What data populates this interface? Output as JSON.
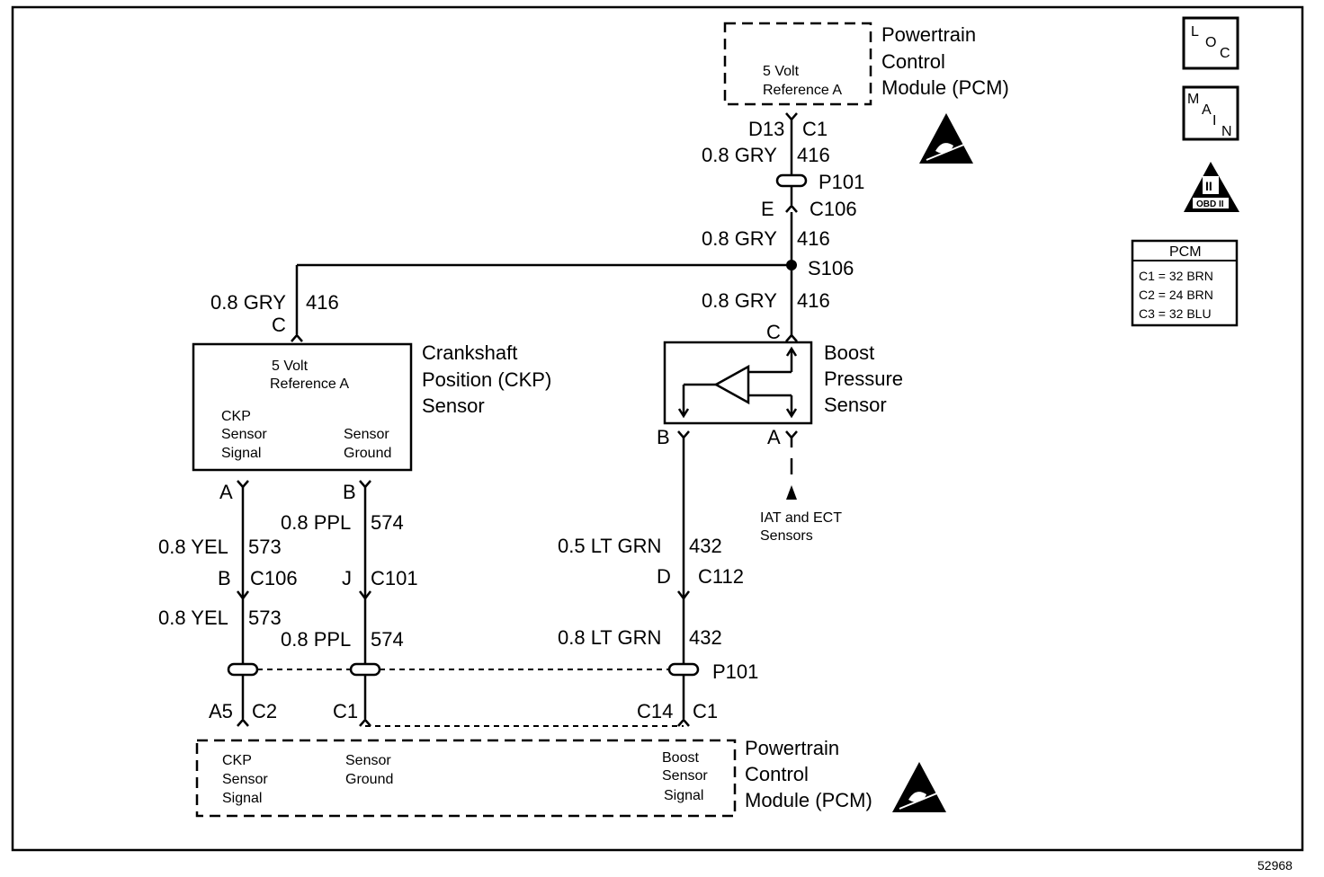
{
  "pcm_top": {
    "title_lines": [
      "Powertrain",
      "Control",
      "Module (PCM)"
    ],
    "inner_lines": [
      "5 Volt",
      "Reference A"
    ],
    "pin": "D13",
    "conn": "C1"
  },
  "icons": {
    "loc": [
      "L",
      "O",
      "C"
    ],
    "main": [
      "M",
      "A",
      "I",
      "N"
    ],
    "obd": [
      "II",
      "OBD II"
    ]
  },
  "pcm_table": {
    "header": "PCM",
    "rows": [
      "C1 = 32 BRN",
      "C2 = 24 BRN",
      "C3 = 32 BLU"
    ]
  },
  "wire_416": {
    "gauge": "0.8 GRY",
    "circuit": "416",
    "inline_conn": "P101",
    "c106_pin": "E",
    "c106": "C106",
    "splice": "S106"
  },
  "ckp": {
    "pin_top": "C",
    "title_lines": [
      "Crankshaft",
      "Position (CKP)",
      "Sensor"
    ],
    "inner_ref": [
      "5 Volt",
      "Reference A"
    ],
    "signal_lines": [
      "CKP",
      "Sensor",
      "Signal"
    ],
    "ground_lines": [
      "Sensor",
      "Ground"
    ],
    "pin_a": "A",
    "pin_b": "B"
  },
  "boost": {
    "pin_top": "C",
    "title_lines": [
      "Boost",
      "Pressure",
      "Sensor"
    ],
    "pin_b": "B",
    "pin_a": "A",
    "iat_lines": [
      "IAT and ECT",
      "Sensors"
    ]
  },
  "wire_573": {
    "gauge": "0.8 YEL",
    "circuit": "573",
    "conn_pin": "B",
    "conn": "C106",
    "gauge2": "0.8 YEL",
    "circuit2": "573",
    "pcm_pin": "A5",
    "pcm_conn": "C2"
  },
  "wire_574": {
    "gauge": "0.8 PPL",
    "circuit": "574",
    "conn_pin": "J",
    "conn": "C101",
    "gauge2": "0.8 PPL",
    "circuit2": "574",
    "pcm_pin": "C1"
  },
  "wire_432": {
    "gauge": "0.5 LT GRN",
    "circuit": "432",
    "conn_pin": "D",
    "conn": "C112",
    "gauge2": "0.8 LT GRN",
    "circuit2": "432",
    "inline_conn": "P101",
    "pcm_pin": "C14",
    "pcm_conn": "C1"
  },
  "pcm_bottom": {
    "title_lines": [
      "Powertrain",
      "Control",
      "Module (PCM)"
    ],
    "ckp_lines": [
      "CKP",
      "Sensor",
      "Signal"
    ],
    "ground_lines": [
      "Sensor",
      "Ground"
    ],
    "boost_lines": [
      "Boost",
      "Sensor",
      "Signal"
    ]
  },
  "figure_number": "52968"
}
